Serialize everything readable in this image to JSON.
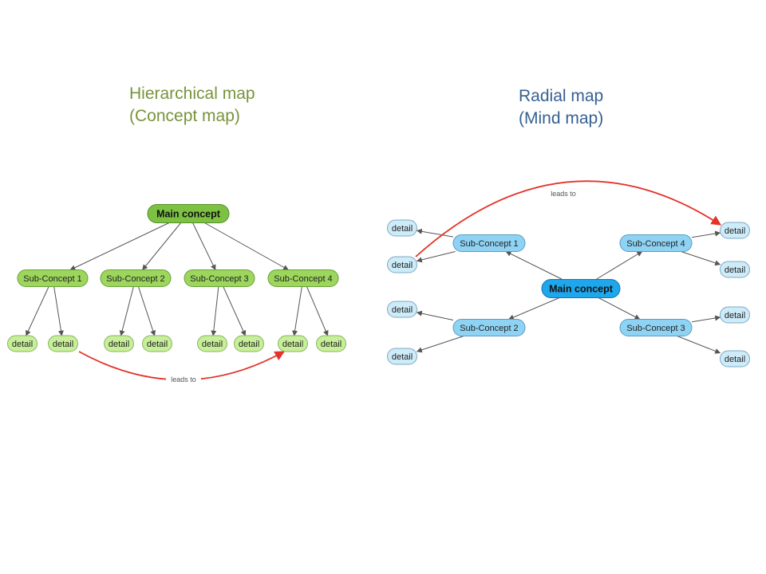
{
  "colors": {
    "left_title": "#77933c",
    "right_title": "#366092",
    "green_main": "#7cc142",
    "green_main_stroke": "#5a8f2c",
    "green_sub": "#9cd65c",
    "green_sub_stroke": "#6a9e3a",
    "green_detail": "#c7ee98",
    "green_detail_stroke": "#8ab660",
    "blue_main": "#1ea7ec",
    "blue_main_stroke": "#1279b0",
    "blue_sub": "#8fd3f4",
    "blue_sub_stroke": "#5a9cc0",
    "blue_detail": "#cdebf8",
    "blue_detail_stroke": "#7fa9c2",
    "edge": "#555555",
    "leads_to_edge": "#e3332a"
  },
  "hierarchical": {
    "title_line1": "Hierarchical map",
    "title_line2": "(Concept map)",
    "main": "Main concept",
    "subs": [
      "Sub-Concept 1",
      "Sub-Concept 2",
      "Sub-Concept 3",
      "Sub-Concept 4"
    ],
    "details": [
      "detail",
      "detail",
      "detail",
      "detail",
      "detail",
      "detail",
      "detail",
      "detail"
    ],
    "link_label": "leads to"
  },
  "radial": {
    "title_line1": "Radial map",
    "title_line2": "(Mind map)",
    "main": "Main concept",
    "subs": [
      "Sub-Concept 1",
      "Sub-Concept 4",
      "Sub-Concept 2",
      "Sub-Concept 3"
    ],
    "details": [
      "detail",
      "detail",
      "detail",
      "detail",
      "detail",
      "detail",
      "detail",
      "detail"
    ],
    "link_label": "leads to"
  }
}
